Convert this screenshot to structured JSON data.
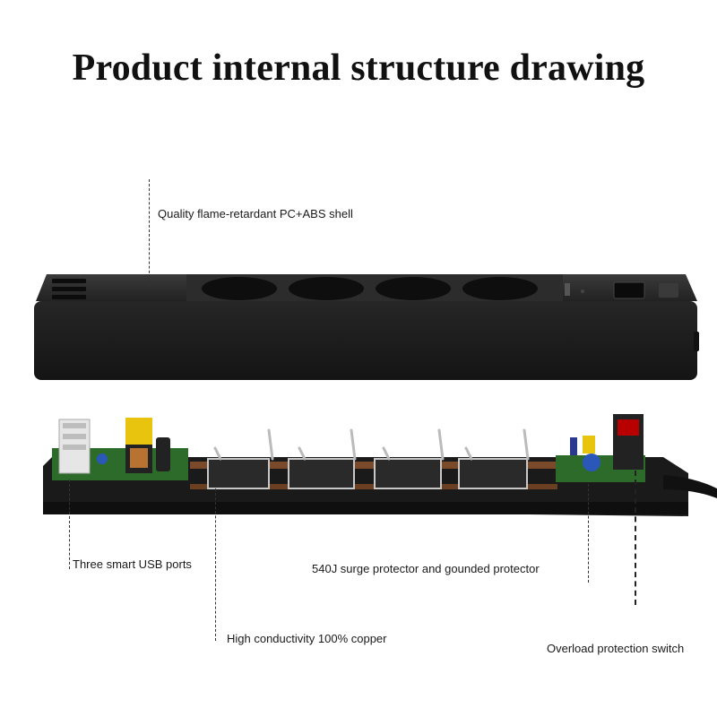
{
  "title": "Product internal structure drawing",
  "callouts": {
    "shell": "Quality flame-retardant PC+ABS shell",
    "usb": "Three smart USB ports",
    "surge": "540J surge protector and gounded protector",
    "copper": "High conductivity 100% copper",
    "switch": "Overload protection switch"
  },
  "colors": {
    "shell": "#1b1b1b",
    "pcb": "#2d6b2a",
    "copper": "#7a4a2a"
  }
}
